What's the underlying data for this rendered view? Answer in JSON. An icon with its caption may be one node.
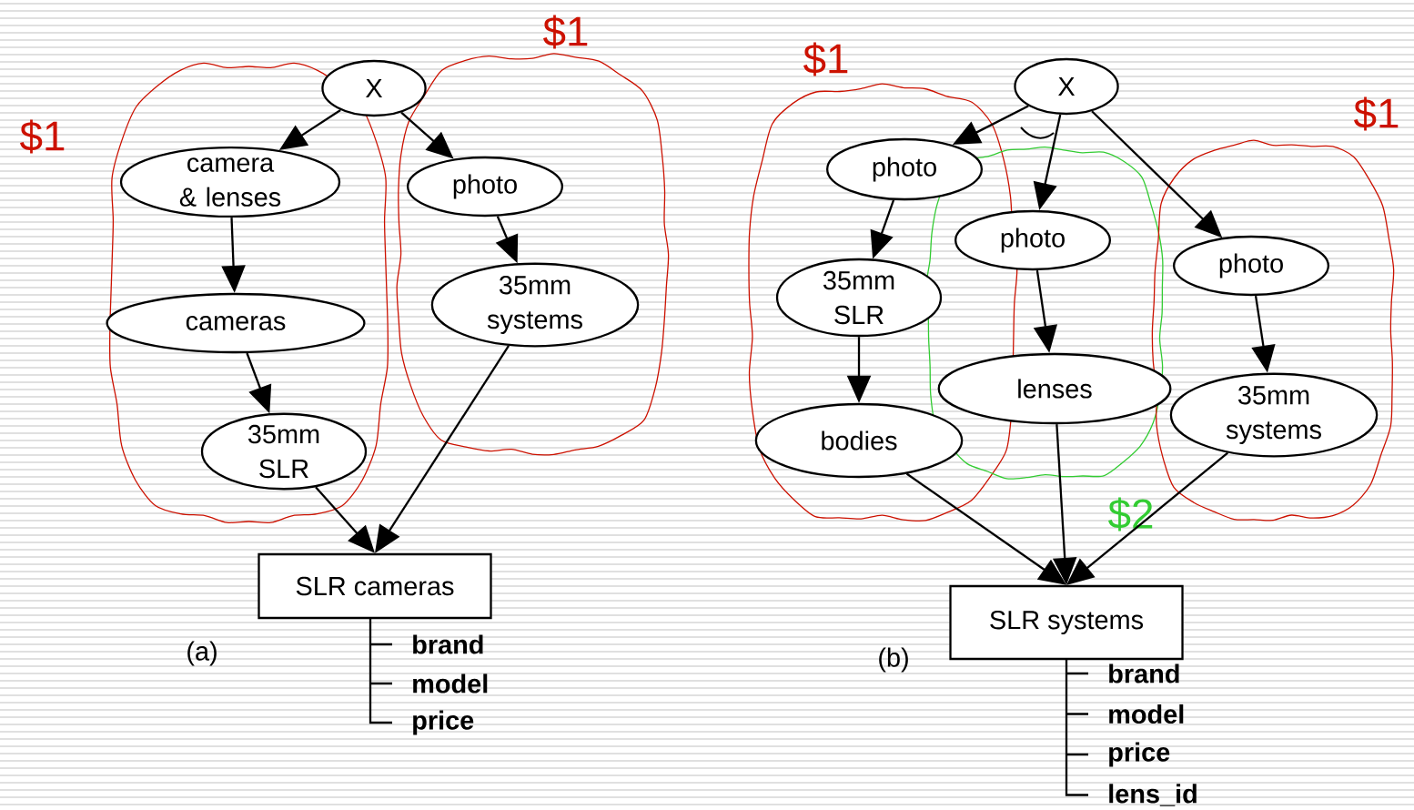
{
  "diagram": {
    "nodes": [
      {
        "text": [
          "$1"
        ]
      },
      {
        "text": [
          "$1"
        ]
      },
      {
        "text": [
          "X"
        ]
      },
      {
        "text": [
          "camera & lenses"
        ],
        "in": 0
      },
      {
        "text": [
          "cameras"
        ],
        "in": 0
      },
      {
        "text": [
          "35mm SLR"
        ],
        "in": 0
      },
      {
        "text": [
          "photo"
        ],
        "in": 1
      },
      {
        "text": [
          "35mm systems"
        ],
        "in": 1
      },
      {
        "text": [
          "SLR cameras"
        ],
        "beside": [
          "brand",
          "model",
          "price"
        ]
      },
      {
        "text": [
          "$1"
        ]
      },
      {
        "text": [
          "$2"
        ]
      },
      {
        "text": [
          "$1"
        ]
      },
      {
        "text": [
          "X"
        ]
      },
      {
        "text": [
          "photo"
        ],
        "in": 9
      },
      {
        "text": [
          "35mm SLR"
        ],
        "in": 9
      },
      {
        "text": [
          "bodies"
        ],
        "in": 9
      },
      {
        "text": [
          "photo"
        ],
        "in": 10
      },
      {
        "text": [
          "lenses"
        ],
        "in": 10
      },
      {
        "text": [
          "photo"
        ],
        "in": 11
      },
      {
        "text": [
          "35mm systems"
        ],
        "in": 11
      },
      {
        "text": [
          "SLR  systems"
        ],
        "beside": [
          "brand",
          "model",
          "price",
          "lens_id"
        ]
      }
    ],
    "edges": [
      {
        "from": 2,
        "to": 3,
        "arrow": "to"
      },
      {
        "from": 2,
        "to": 6,
        "arrow": "to"
      },
      {
        "from": 3,
        "to": 4,
        "arrow": "to"
      },
      {
        "from": 4,
        "to": 5,
        "arrow": "to"
      },
      {
        "from": 6,
        "to": 7,
        "arrow": "to"
      },
      {
        "from": 5,
        "to": 8,
        "arrow": "to"
      },
      {
        "from": 7,
        "to": 8,
        "arrow": "to"
      },
      {
        "from": 12,
        "to": 13,
        "arrow": "to"
      },
      {
        "from": 12,
        "to": 16,
        "arrow": "to"
      },
      {
        "from": 12,
        "to": 18,
        "arrow": "to"
      },
      {
        "from": 13,
        "to": 14,
        "arrow": "to"
      },
      {
        "from": 14,
        "to": 15,
        "arrow": "to"
      },
      {
        "from": 16,
        "to": 17,
        "arrow": "to"
      },
      {
        "from": 18,
        "to": 19,
        "arrow": "to"
      },
      {
        "from": 15,
        "to": 20,
        "arrow": "to"
      },
      {
        "from": 17,
        "to": 20,
        "arrow": "to"
      },
      {
        "from": 19,
        "to": 20,
        "arrow": "to"
      }
    ],
    "labels": [
      "(a)",
      "(b)"
    ]
  }
}
